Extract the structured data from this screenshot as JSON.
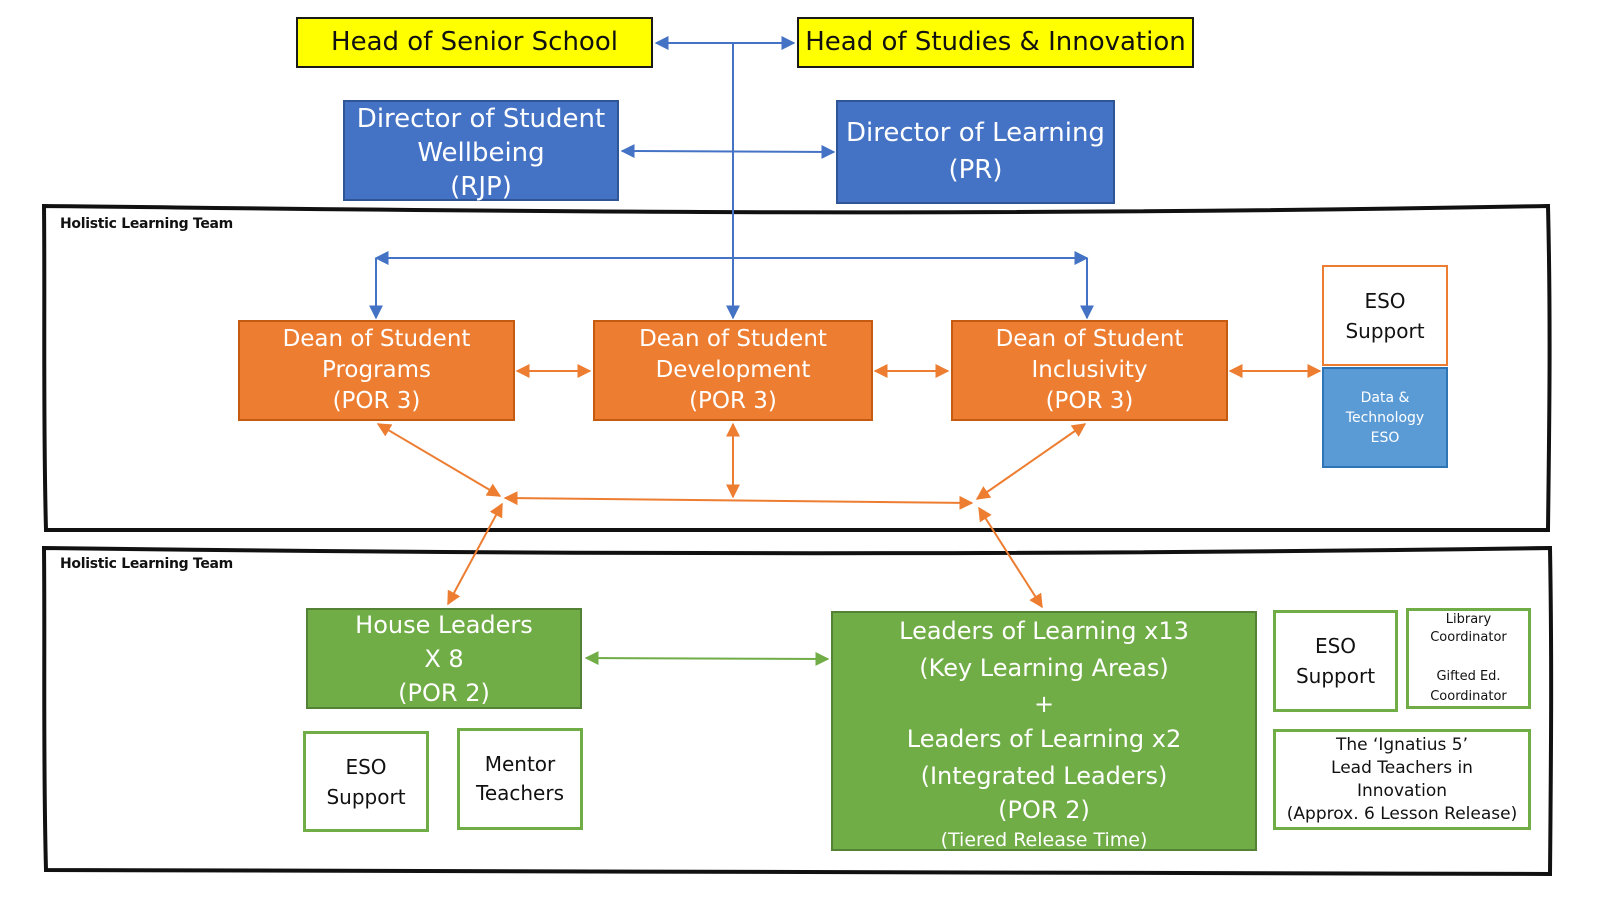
{
  "colors": {
    "yellow": "#ffff00",
    "blue": "#4472c4",
    "orange": "#ed7d31",
    "green": "#70ad47",
    "light_blue": "#5b9bd5"
  },
  "team_labels": {
    "top": "Holistic Learning Team",
    "bottom": "Holistic Learning Team"
  },
  "head_senior": "Head of Senior School",
  "head_studies": "Head of Studies & Innovation",
  "dir_wellbeing": [
    "Director of Student",
    "Wellbeing",
    "(RJP)"
  ],
  "dir_learning": [
    "Director of Learning",
    "(PR)"
  ],
  "dean_programs": [
    "Dean of Student",
    "Programs",
    "(POR 3)"
  ],
  "dean_development": [
    "Dean of Student",
    "Development",
    "(POR 3)"
  ],
  "dean_inclusivity": [
    "Dean of Student",
    "Inclusivity",
    "(POR 3)"
  ],
  "eso_top": [
    "ESO",
    "Support"
  ],
  "data_tech": [
    "Data &",
    "Technology",
    "ESO"
  ],
  "house_leaders": [
    "House Leaders",
    "X 8",
    "(POR 2)"
  ],
  "leaders_learning": [
    "Leaders of Learning x13",
    "(Key Learning Areas)",
    "+",
    "Leaders of Learning x2",
    "(Integrated Leaders)",
    "(POR 2)",
    "(Tiered Release Time)"
  ],
  "eso_house": [
    "ESO",
    "Support"
  ],
  "mentor_teachers": [
    "Mentor",
    "Teachers"
  ],
  "eso_bottom_right": [
    "ESO",
    "Support"
  ],
  "library_gifted": [
    "Library",
    "Coordinator",
    "Gifted Ed.",
    "Coordinator"
  ],
  "ignatius": [
    "The ‘Ignatius 5’",
    "Lead Teachers in",
    "Innovation",
    "(Approx. 6 Lesson Release)"
  ]
}
